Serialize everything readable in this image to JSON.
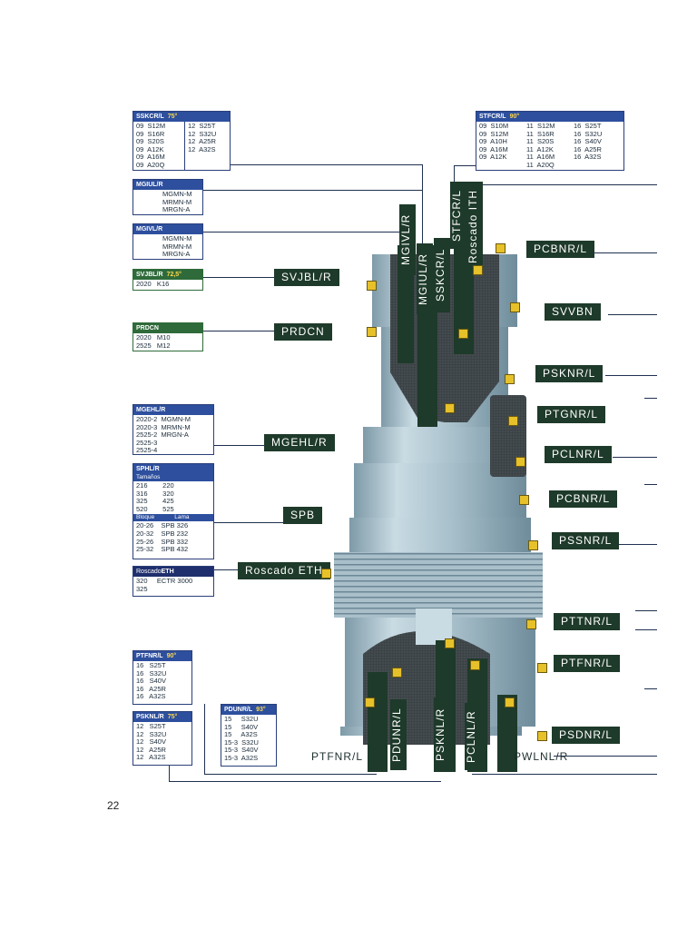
{
  "page_number": "22",
  "boxes": {
    "sskcr": {
      "title": "SSKCR/L",
      "angle": "75°",
      "col1": "09  S12M\n09  S16R\n09  S20S\n09  A12K\n09  A16M\n09  A20Q",
      "col2": "12  S25T\n12  S32U\n12  A25R\n12  A32S"
    },
    "stfcr": {
      "title": "STFCR/L",
      "angle": "90°",
      "col1": "09  S10M\n09  S12M\n09  A10H\n09  A16M\n09  A12K",
      "col2": "11  S12M\n11  S16R\n11  S20S\n11  A12K\n11  A16M\n11  A20Q",
      "col3": "16  S25T\n16  S32U\n16  S40V\n16  A25R\n16  A32S"
    },
    "mgiul": {
      "title": "MGIUL/R",
      "body": "MGMN-M\nMRMN-M\nMRGN-A"
    },
    "mgivl": {
      "title": "MGIVL/R",
      "body": "MGMN-M\nMRMN-M\nMRGN-A"
    },
    "svjbl": {
      "title": "SVJBL/R",
      "angle": "72,5°",
      "body": "2020   K16"
    },
    "prdcn": {
      "title": "PRDCN",
      "body": "2020   M10\n2525   M12"
    },
    "mgehl": {
      "title": "MGEHL/R",
      "body": "2020-2  MGMN-M\n2020-3  MRMN-M\n2525-2  MRGN-A\n2525-3\n2525-4"
    },
    "sphl": {
      "title": "SPHL/R",
      "sub1": "Tamaños",
      "sizes": "216        220\n316        320\n325        425\n520        525",
      "sub2a": "Bloque",
      "sub2b": "Lama",
      "blocks": "20-26    SPB 326\n20-32    SPB 232\n25-26    SPB 332\n25-32    SPB 432"
    },
    "roscado": {
      "title1": "Roscado",
      "title2": "ETH",
      "body": "320     ECTR 3000\n325"
    },
    "ptfnr": {
      "title": "PTFNR/L",
      "angle": "90°",
      "body": "16   S25T\n16   S32U\n16   S40V\n16   A25R\n16   A32S"
    },
    "psknl": {
      "title": "PSKNL/R",
      "angle": "75°",
      "body": "12   S25T\n12   S32U\n12   S40V\n12   A25R\n12   A32S"
    },
    "pdunr": {
      "title": "PDUNR/L",
      "angle": "93°",
      "body": "15     S32U\n15     S40V\n15     A32S\n15-3  S32U\n15-3  S40V\n15-3  A32S"
    }
  },
  "tags": {
    "svjbl": "SVJBL/R",
    "prdcn": "PRDCN",
    "mgehl": "MGEHL/R",
    "spb": "SPB",
    "roscado_eth": "Roscado ETH",
    "pcbnr_top": "PCBNR/L",
    "svvbn": "SVVBN",
    "psknr": "PSKNR/L",
    "ptgnr": "PTGNR/L",
    "pclnr": "PCLNR/L",
    "pcbnr_mid": "PCBNR/L",
    "pssnr": "PSSNR/L",
    "pttnr": "PTTNR/L",
    "ptfnr_right": "PTFNR/L",
    "psdnr": "PSDNR/L"
  },
  "vtags": {
    "mgivl": "MGIVL/R",
    "mgiul": "MGIUL/R",
    "sskcr": "SSKCR/L",
    "stfcr": "STFCR/L",
    "roscado_ith": "Roscado ITH",
    "pdunr": "PDUNR/L",
    "psknl": "PSKNL/R",
    "pclnl": "PCLNL/R"
  },
  "plain_labels": {
    "ptfnr_bottom": "PTFNR/L",
    "pwlnl": "PWLNL/R"
  },
  "colors": {
    "tag_green": "#1e3a2a",
    "box_blue": "#2d4f9e",
    "box_green": "#2f6b3a",
    "insert_yellow": "#e7c12a",
    "metal": "#9fb8c4"
  }
}
